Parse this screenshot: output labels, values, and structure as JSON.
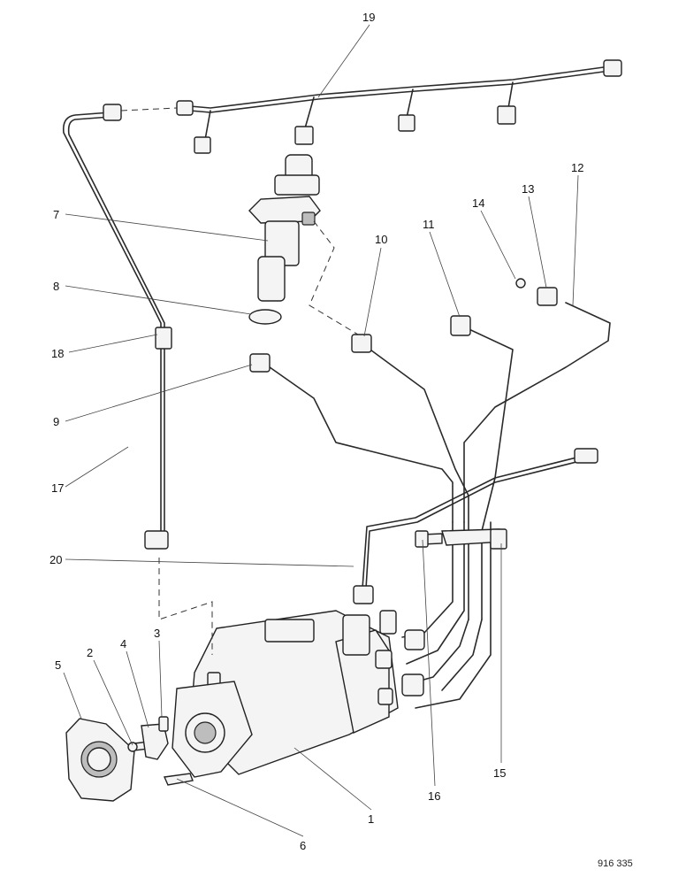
{
  "labels": {
    "l1": "1",
    "l2": "2",
    "l3": "3",
    "l4": "4",
    "l5": "5",
    "l6": "6",
    "l7": "7",
    "l8": "8",
    "l9": "9",
    "l10": "10",
    "l11": "11",
    "l12": "12",
    "l13": "13",
    "l14": "14",
    "l15": "15",
    "l16": "16",
    "l17": "17",
    "l18": "18",
    "l19": "19",
    "l20": "20"
  },
  "reference_code": "916 335"
}
